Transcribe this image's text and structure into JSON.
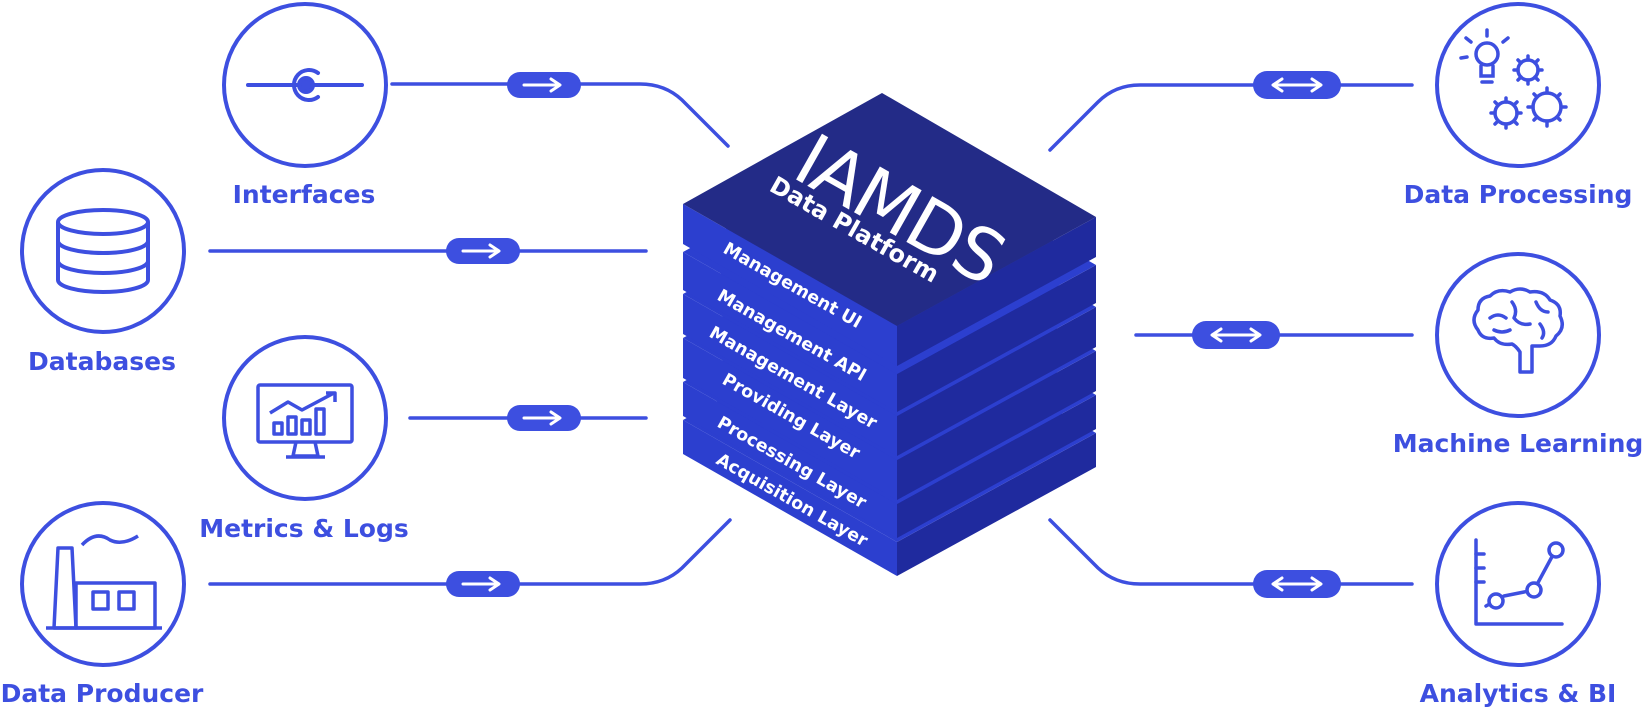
{
  "colors": {
    "accent": "#3d4fe0",
    "platform_top": "#232b87",
    "platform_side": "#2c3fcf",
    "platform_side_dark": "#1f2a9e",
    "white": "#ffffff"
  },
  "platform": {
    "title": "IAMDS",
    "subtitle": "Data Platform",
    "layers": [
      "Management UI",
      "Management API",
      "Management Layer",
      "Providing Layer",
      "Processing Layer",
      "Acquisition Layer"
    ]
  },
  "inputs": [
    {
      "label": "Interfaces",
      "icon": "interface-icon",
      "direction": "to-platform"
    },
    {
      "label": "Databases",
      "icon": "database-icon",
      "direction": "to-platform"
    },
    {
      "label": "Metrics & Logs",
      "icon": "monitor-chart-icon",
      "direction": "to-platform"
    },
    {
      "label": "Data Producer",
      "icon": "factory-icon",
      "direction": "to-platform"
    }
  ],
  "outputs": [
    {
      "label": "Data Processing",
      "icon": "gears-bulb-icon",
      "direction": "bidirectional"
    },
    {
      "label": "Machine Learning",
      "icon": "brain-icon",
      "direction": "bidirectional"
    },
    {
      "label": "Analytics & BI",
      "icon": "line-chart-icon",
      "direction": "bidirectional"
    }
  ]
}
